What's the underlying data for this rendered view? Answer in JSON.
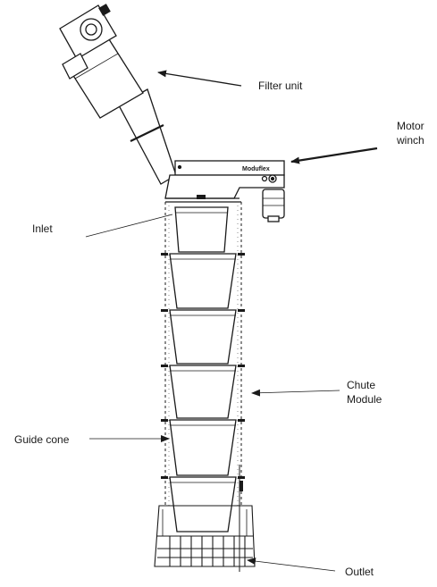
{
  "labels": {
    "filter_unit": "Filter unit",
    "motor_winch_line1": "Motor",
    "motor_winch_line2": "winch",
    "inlet": "Inlet",
    "chute_module_line1": "Chute",
    "chute_module_line2": "Module",
    "guide_cone": "Guide cone",
    "outlet": "Outlet",
    "brand": "Moduflex"
  },
  "colors": {
    "line": "#1a1a1a",
    "background": "#ffffff"
  }
}
